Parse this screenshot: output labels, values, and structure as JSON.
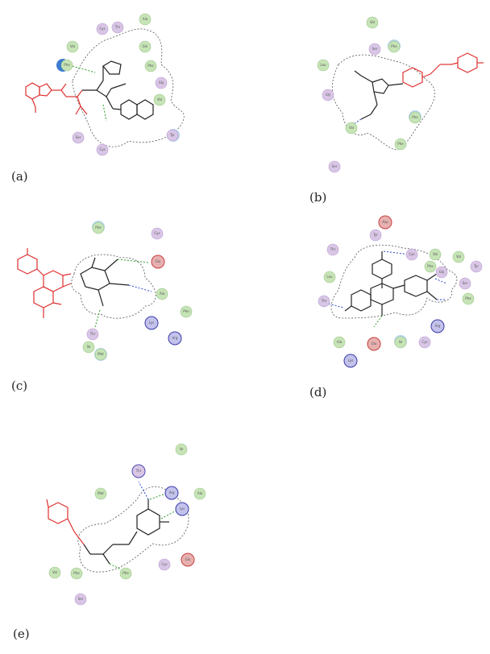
{
  "panels": [
    {
      "id": "a",
      "label": "(a)",
      "residues": [
        {
          "name": "Cys",
          "num": "",
          "color": "#d9c6e6"
        },
        {
          "name": "Thr",
          "num": "",
          "color": "#d9c6e6"
        },
        {
          "name": "Ala",
          "num": "",
          "color": "#c6e4b6"
        },
        {
          "name": "Val",
          "num": "",
          "color": "#c6e4b6"
        },
        {
          "name": "Gln",
          "num": "",
          "color": "#c6e4b6"
        },
        {
          "name": "Phe",
          "num": "",
          "color": "#c6e4b6"
        },
        {
          "name": "Gly",
          "num": "",
          "color": "#d9c6e6"
        },
        {
          "name": "Val",
          "num": "",
          "color": "#c6e4b6"
        },
        {
          "name": "Tyr",
          "num": "",
          "color": "#d9c6e6"
        },
        {
          "name": "Cys",
          "num": "",
          "color": "#d9c6e6"
        },
        {
          "name": "Ser",
          "num": "",
          "color": "#d9c6e6"
        },
        {
          "name": "Phe",
          "num": "",
          "color": "#c6e4b6"
        }
      ]
    },
    {
      "id": "b",
      "label": "(b)",
      "residues": [
        {
          "name": "Val",
          "num": "",
          "color": "#c6e4b6"
        },
        {
          "name": "Ser",
          "num": "",
          "color": "#d9c6e6"
        },
        {
          "name": "Phe",
          "num": "",
          "color": "#c6e4b6"
        },
        {
          "name": "Leu",
          "num": "",
          "color": "#c6e4b6"
        },
        {
          "name": "Gly",
          "num": "",
          "color": "#d9c6e6"
        },
        {
          "name": "Phe",
          "num": "",
          "color": "#c6e4b6"
        },
        {
          "name": "Val",
          "num": "",
          "color": "#c6e4b6"
        },
        {
          "name": "Phe",
          "num": "",
          "color": "#c6e4b6"
        },
        {
          "name": "Ser",
          "num": "",
          "color": "#d9c6e6"
        }
      ]
    },
    {
      "id": "c",
      "label": "(c)",
      "residues": [
        {
          "name": "Phe",
          "num": "",
          "color": "#c6e4b6"
        },
        {
          "name": "Cys",
          "num": "",
          "color": "#d9c6e6"
        },
        {
          "name": "Glu",
          "num": "",
          "color": "#e7b0b0"
        },
        {
          "name": "Ala",
          "num": "",
          "color": "#c6e4b6"
        },
        {
          "name": "Phe",
          "num": "",
          "color": "#c6e4b6"
        },
        {
          "name": "Lys",
          "num": "",
          "color": "#c2c2ec"
        },
        {
          "name": "Arg",
          "num": "",
          "color": "#c2c2ec"
        },
        {
          "name": "Thr",
          "num": "",
          "color": "#d9c6e6"
        },
        {
          "name": "Ile",
          "num": "",
          "color": "#c6e4b6"
        },
        {
          "name": "Met",
          "num": "",
          "color": "#c6e4b6"
        }
      ]
    },
    {
      "id": "d",
      "label": "(d)",
      "residues": [
        {
          "name": "Asp",
          "num": "",
          "color": "#e7b0b0"
        },
        {
          "name": "Tyr",
          "num": "",
          "color": "#d9c6e6"
        },
        {
          "name": "Thr",
          "num": "",
          "color": "#d9c6e6"
        },
        {
          "name": "Cys",
          "num": "",
          "color": "#d9c6e6"
        },
        {
          "name": "Val",
          "num": "",
          "color": "#c6e4b6"
        },
        {
          "name": "Val",
          "num": "",
          "color": "#c6e4b6"
        },
        {
          "name": "Phe",
          "num": "",
          "color": "#c6e4b6"
        },
        {
          "name": "Gly",
          "num": "",
          "color": "#d9c6e6"
        },
        {
          "name": "Tyr",
          "num": "",
          "color": "#d9c6e6"
        },
        {
          "name": "Leu",
          "num": "",
          "color": "#c6e4b6"
        },
        {
          "name": "Ser",
          "num": "",
          "color": "#d9c6e6"
        },
        {
          "name": "Phe",
          "num": "",
          "color": "#c6e4b6"
        },
        {
          "name": "Thr",
          "num": "",
          "color": "#d9c6e6"
        },
        {
          "name": "Arg",
          "num": "",
          "color": "#c2c2ec"
        },
        {
          "name": "Ala",
          "num": "",
          "color": "#c6e4b6"
        },
        {
          "name": "Glu",
          "num": "",
          "color": "#e7b0b0"
        },
        {
          "name": "Ile",
          "num": "",
          "color": "#c6e4b6"
        },
        {
          "name": "Cys",
          "num": "",
          "color": "#d9c6e6"
        },
        {
          "name": "Lys",
          "num": "",
          "color": "#c2c2ec"
        }
      ]
    },
    {
      "id": "e",
      "label": "(e)",
      "residues": [
        {
          "name": "Ile",
          "num": "",
          "color": "#c6e4b6"
        },
        {
          "name": "Thr",
          "num": "",
          "color": "#d9c6e6"
        },
        {
          "name": "Met",
          "num": "",
          "color": "#c6e4b6"
        },
        {
          "name": "Arg",
          "num": "",
          "color": "#c2c2ec"
        },
        {
          "name": "Ala",
          "num": "",
          "color": "#c6e4b6"
        },
        {
          "name": "Lys",
          "num": "",
          "color": "#c2c2ec"
        },
        {
          "name": "Glu",
          "num": "",
          "color": "#e7b0b0"
        },
        {
          "name": "Cys",
          "num": "",
          "color": "#d9c6e6"
        },
        {
          "name": "Phe",
          "num": "",
          "color": "#c6e4b6"
        },
        {
          "name": "Val",
          "num": "",
          "color": "#c6e4b6"
        },
        {
          "name": "Phe",
          "num": "",
          "color": "#c6e4b6"
        },
        {
          "name": "Ser",
          "num": "",
          "color": "#d9c6e6"
        }
      ]
    }
  ]
}
